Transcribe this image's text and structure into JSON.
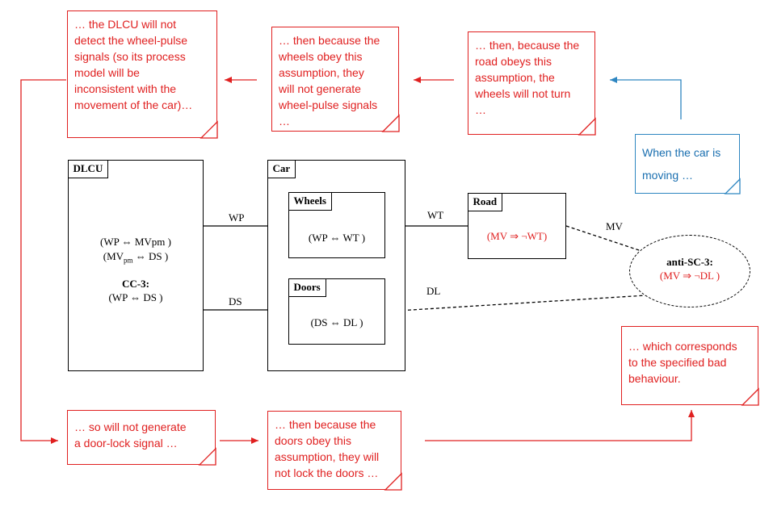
{
  "notes": {
    "dlcu_detect": "… the DLCU will not\ndetect the wheel-pulse\nsignals (so its process\nmodel will be\ninconsistent with the\nmovement of the car)…",
    "wheels_pulse": "… then because the\nwheels obey this\nassumption, they\nwill not generate\nwheel-pulse signals\n…",
    "road_turn": "… then, because the\nroad obeys this\nassumption, the\nwheels will not turn\n…",
    "car_moving": "When the car is\nmoving …",
    "no_doorlock": "… so will not generate\na door-lock signal …",
    "doors_lock": "… then because the\ndoors obey this\nassumption, they will\nnot lock the doors …",
    "bad_behaviour": "… which corresponds\nto the specified bad\nbehaviour."
  },
  "components": {
    "dlcu": {
      "title": "DLCU",
      "line1": "(WP  ⇔ MVpm )",
      "line2_a": "(MV",
      "line2_sub": "pm",
      "line2_b": " ⇔ DS )",
      "cc_title": "CC-3:",
      "cc_expr": "(WP ⇔ DS )"
    },
    "car": {
      "title": "Car"
    },
    "wheels": {
      "title": "Wheels",
      "expr": "(WP  ⇔  WT )"
    },
    "doors": {
      "title": "Doors",
      "expr": "(DS  ⇔  DL )"
    },
    "road": {
      "title": "Road",
      "expr": "(MV ⇒ ¬WT)"
    },
    "anti_sc": {
      "title": "anti-SC-3:",
      "expr": "(MV ⇒ ¬DL )"
    }
  },
  "signals": {
    "wp": "WP",
    "ds": "DS",
    "wt": "WT",
    "dl": "DL",
    "mv": "MV"
  },
  "colors": {
    "note_red": "#e02020",
    "note_blue": "#2e86c1"
  }
}
